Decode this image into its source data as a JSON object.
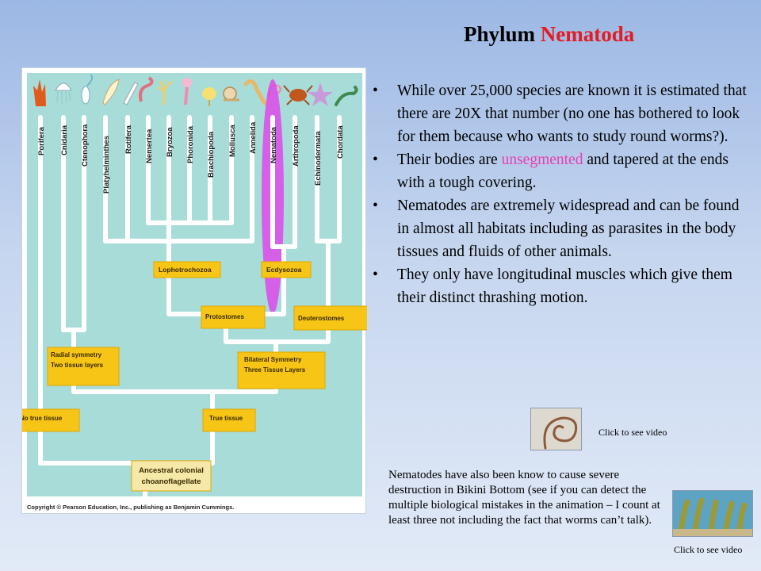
{
  "title": {
    "prefix": "Phylum",
    "highlight": "Nematoda"
  },
  "colors": {
    "title_accent": "#e31b23",
    "keyword": "#e83fb2",
    "tree_bg": "#a8dcd9",
    "label_box": "#f6c516",
    "highlight_oval": "#e040e8"
  },
  "tree": {
    "phyla": [
      "Porifera",
      "Cnidaria",
      "Ctenophora",
      "Platyhelminthes",
      "Rotifera",
      "Nemertea",
      "Bryozoa",
      "Phoronida",
      "Brachiopoda",
      "Mollusca",
      "Annelida",
      "Nematoda",
      "Arthropoda",
      "Echinodermata",
      "Chordata"
    ],
    "highlighted_phylum": "Nematoda",
    "clades": {
      "lophotrochozoa": "Lophotrochozoa",
      "ecdysozoa": "Ecdysozoa",
      "protostomes": "Protostomes",
      "deuterostomes": "Deuterostomes",
      "radial_line1": "Radial symmetry",
      "radial_line2": "Two tissue layers",
      "bilateral_line1": "Bilateral Symmetry",
      "bilateral_line2": "Three Tissue Layers",
      "no_true_tissue": "No true tissue",
      "true_tissue": "True tissue",
      "ancestor_line1": "Ancestral colonial",
      "ancestor_line2": "choanoflagellate"
    },
    "copyright": "Copyright © Pearson Education, Inc., publishing as Benjamin Cummings."
  },
  "bullets": {
    "b1": "While over 25,000 species are known it is estimated that there are 20X that number (no one has bothered to look for them because who wants to study round worms?).",
    "b2_pre": "Their bodies are ",
    "b2_highlight": "unsegmented",
    "b2_post": " and tapered at the ends with a tough covering.",
    "b3": "Nematodes are extremely widespread and can be found in almost all habitats including as parasites in the body tissues and fluids of other animals.",
    "b4": "They only have longitudinal muscles which give them their distinct thrashing motion."
  },
  "video1": {
    "caption": "Click to see video",
    "icon": "worm-thumbnail"
  },
  "video2": {
    "caption": "Click to see video",
    "icon": "bikini-bottom-thumbnail"
  },
  "note": "Nematodes have also been know to cause severe destruction in Bikini Bottom (see if you can detect the multiple biological mistakes in the animation – I count at least three not including the fact that worms can’t talk)."
}
